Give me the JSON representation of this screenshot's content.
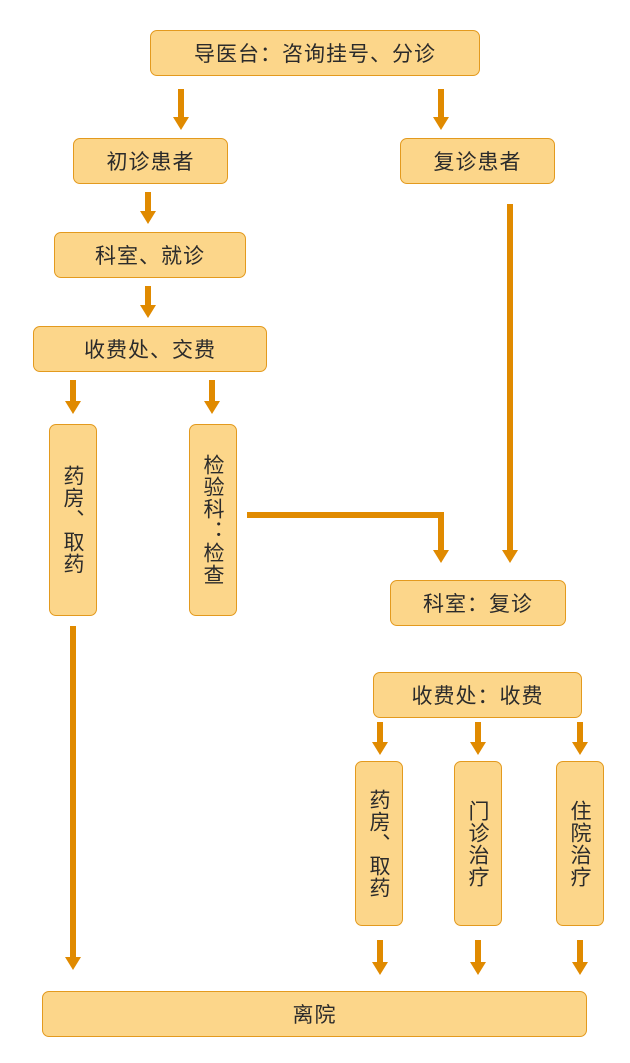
{
  "colors": {
    "box_fill": "#FCD68A",
    "box_border": "#E39A1E",
    "arrow": "#E08A00",
    "text": "#2b2b2b"
  },
  "nodes": {
    "triage": "导医台：咨询挂号、分诊",
    "first_visit": "初诊患者",
    "return_visit": "复诊患者",
    "department_visit": "科室、就诊",
    "cashier_pay": "收费处、交费",
    "pharmacy_1": "药房、取药",
    "lab_exam": "检验科：检查",
    "department_followup": "科室：复诊",
    "cashier_fee": "收费处：收费",
    "pharmacy_2": "药房、取药",
    "outpatient_treatment": "门诊治疗",
    "inpatient_treatment": "住院治疗",
    "discharge": "离院"
  }
}
